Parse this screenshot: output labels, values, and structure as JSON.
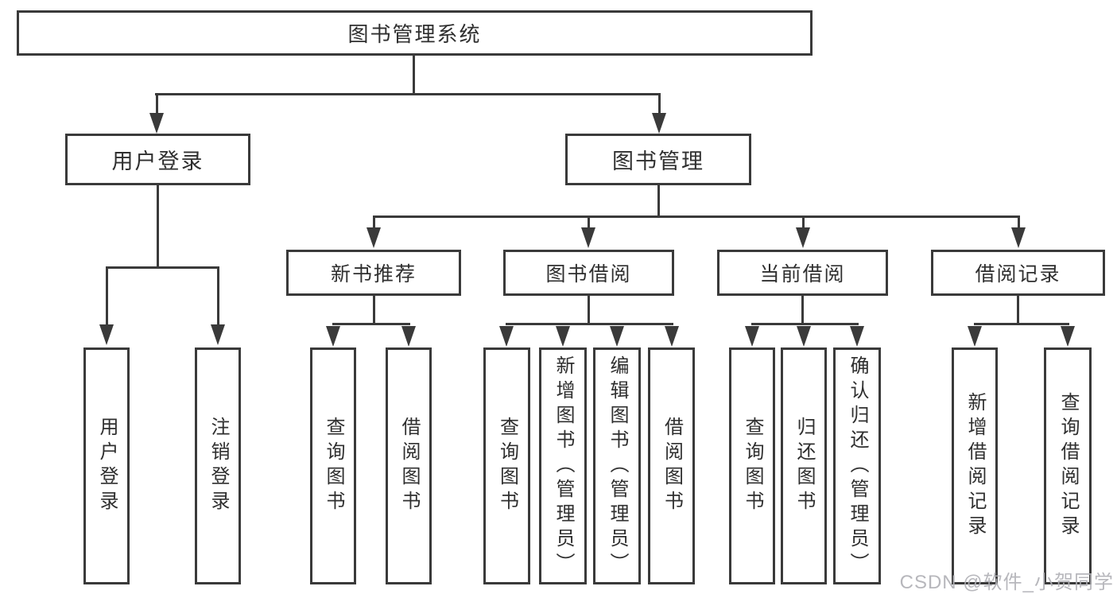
{
  "tree": {
    "root": "图书管理系统",
    "level2": {
      "user_login": "用户登录",
      "book_management": "图书管理"
    },
    "user_login_children": [
      "用户登录",
      "注销登录"
    ],
    "level3": {
      "new_books": "新书推荐",
      "book_borrow": "图书借阅",
      "current_borrow": "当前借阅",
      "borrow_records": "借阅记录"
    },
    "new_books_children": [
      "查询图书",
      "借阅图书"
    ],
    "book_borrow_children": [
      "查询图书",
      "新增图书（管理员）",
      "编辑图书（管理员）",
      "借阅图书"
    ],
    "current_borrow_children": [
      "查询图书",
      "归还图书",
      "确认归还（管理员）"
    ],
    "borrow_records_children": [
      "新增借阅记录",
      "查询借阅记录"
    ]
  },
  "watermark": "CSDN @软件_小贺同学",
  "colors": {
    "line": "#3a3a3a",
    "text": "#2f2f2f",
    "background": "#ffffff",
    "watermark": "#b0b0b5"
  }
}
